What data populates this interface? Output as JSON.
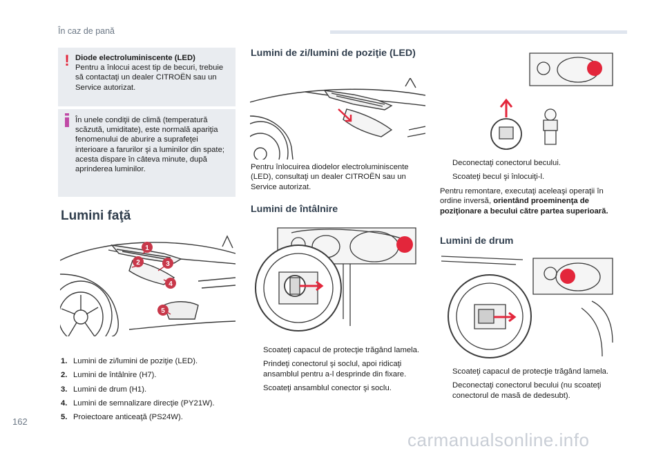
{
  "header": {
    "section_title": "În caz de pană"
  },
  "page": {
    "number": "162"
  },
  "watermark": "carmanualsonline.info",
  "col1": {
    "warn_note": {
      "title": "Diode electroluminiscente (LED)",
      "body": "Pentru a înlocui acest tip de becuri, trebuie să contactaţi un dealer CITROËN sau un Service autorizat."
    },
    "info_note": {
      "body": "În unele condiţii de climă (temperatură scăzută, umiditate), este normală apariţia fenomenului de aburire a suprafeţei interioare a farurilor şi a luminilor din spate; acesta dispare în câteva minute, după aprinderea luminilor."
    },
    "section_title": "Lumini faţă",
    "callouts": [
      "1",
      "2",
      "3",
      "4",
      "5"
    ],
    "list": [
      {
        "num": "1.",
        "text": "Lumini de zi/lumini de poziţie (LED)."
      },
      {
        "num": "2.",
        "text": "Lumini de întâlnire (H7)."
      },
      {
        "num": "3.",
        "text": "Lumini de drum (H1)."
      },
      {
        "num": "4.",
        "text": "Lumini de semnalizare direcţie (PY21W)."
      },
      {
        "num": "5.",
        "text": "Proiectoare anticeaţă (PS24W)."
      }
    ]
  },
  "col2": {
    "title_drl": "Lumini de zi/lumini de poziţie (LED)",
    "drl_text": "Pentru înlocuirea diodelor electroluminiscente (LED), consultaţi un dealer CITROËN sau un Service autorizat.",
    "title_dipped": "Lumini de întâlnire",
    "bullet_char": "",
    "steps": [
      "Scoateţi capacul de protecţie trăgând lamela.",
      "Prindeţi conectorul şi soclul, apoi ridicaţi ansamblul pentru a-l desprinde din fixare.",
      "Scoateţi ansamblul conector şi soclu."
    ]
  },
  "col3": {
    "bullet_char": "",
    "steps_top": [
      "Deconectaţi conectorul becului.",
      "Scoateţi becul şi înlocuiţi-l."
    ],
    "reassembly_plain": "Pentru remontare, executaţi aceleaşi operaţii în ordine inversă, ",
    "reassembly_bold": "orientând proeminenţa de poziţionare a becului către partea superioară.",
    "title_main_beam": "Lumini de drum",
    "steps_bottom": [
      "Scoateţi capacul de protecţie trăgând lamela.",
      "Deconectaţi conectorul becului (nu scoateţi conectorul de masă de dedesubt)."
    ]
  },
  "colors": {
    "accent_red": "#e3263b",
    "callout_red": "#c8384a",
    "heading": "#2f3d4c",
    "note_bg": "#e9ecf0"
  }
}
